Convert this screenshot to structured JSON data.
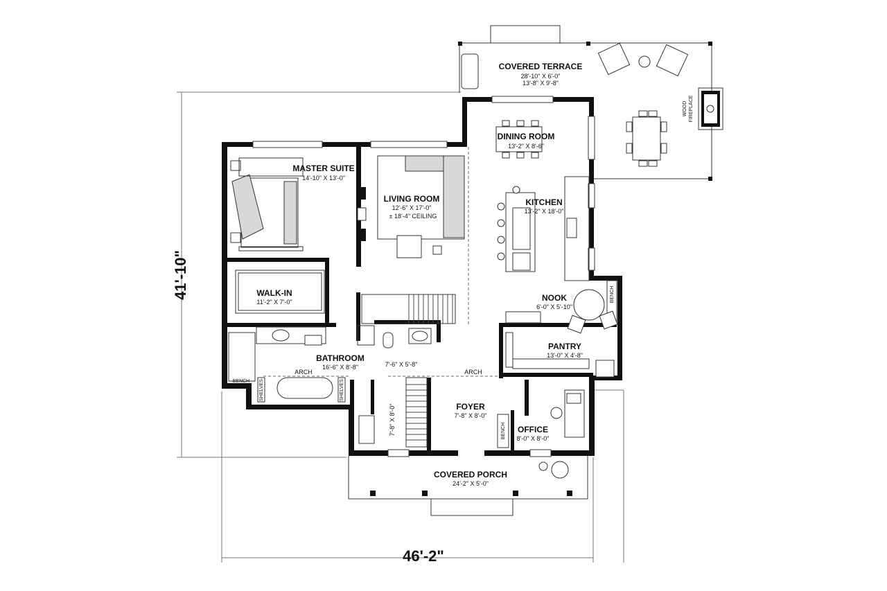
{
  "overall": {
    "width": "46'-2\"",
    "depth": "41'-10\""
  },
  "rooms": {
    "covered_terrace": {
      "name": "COVERED TERRACE",
      "dim1": "28'-10\" X 6'-0\"",
      "dim2": "13'-8\" X 9'-8\""
    },
    "dining_room": {
      "name": "DINING ROOM",
      "dim": "13'-2\" X 8'-6\""
    },
    "master_suite": {
      "name": "MASTER SUITE",
      "dim": "14'-10\" X 13'-0\""
    },
    "living_room": {
      "name": "LIVING ROOM",
      "dim": "12'-6\" X 17'-0\"",
      "ceiling": "± 18'-4\" CEILING"
    },
    "kitchen": {
      "name": "KITCHEN",
      "dim": "13'-2\" X 18'-0\""
    },
    "walk_in": {
      "name": "WALK-IN",
      "dim": "11'-2\" X 7'-0\""
    },
    "nook": {
      "name": "NOOK",
      "dim": "6'-0\" X 5'-10\""
    },
    "bathroom": {
      "name": "BATHROOM",
      "dim": "16'-6\" X 8'-8\""
    },
    "powder": {
      "dim": "7'-6\" X 5'-8\""
    },
    "pantry": {
      "name": "PANTRY",
      "dim": "13'-0\" X 4'-8\""
    },
    "laundry": {
      "dim": "7'-8\" X 8'-0\""
    },
    "foyer": {
      "name": "FOYER",
      "dim": "7'-8\" X 8'-0\""
    },
    "office": {
      "name": "OFFICE",
      "dim": "8'-0\" X 8'-0\""
    },
    "covered_porch": {
      "name": "COVERED PORCH",
      "dim": "24'-2\" X 5'-0\""
    }
  },
  "labels": {
    "fireplace_line1": "WOOD",
    "fireplace_line2": "FIREPLACE",
    "arch_bath": "ARCH",
    "arch_hall": "ARCH",
    "bench_nook": "BENCH",
    "bench_bath": "BENCH",
    "bench_foyer": "BENCH",
    "shelves_left": "SHELVES",
    "shelves_right": "SHELVES"
  }
}
